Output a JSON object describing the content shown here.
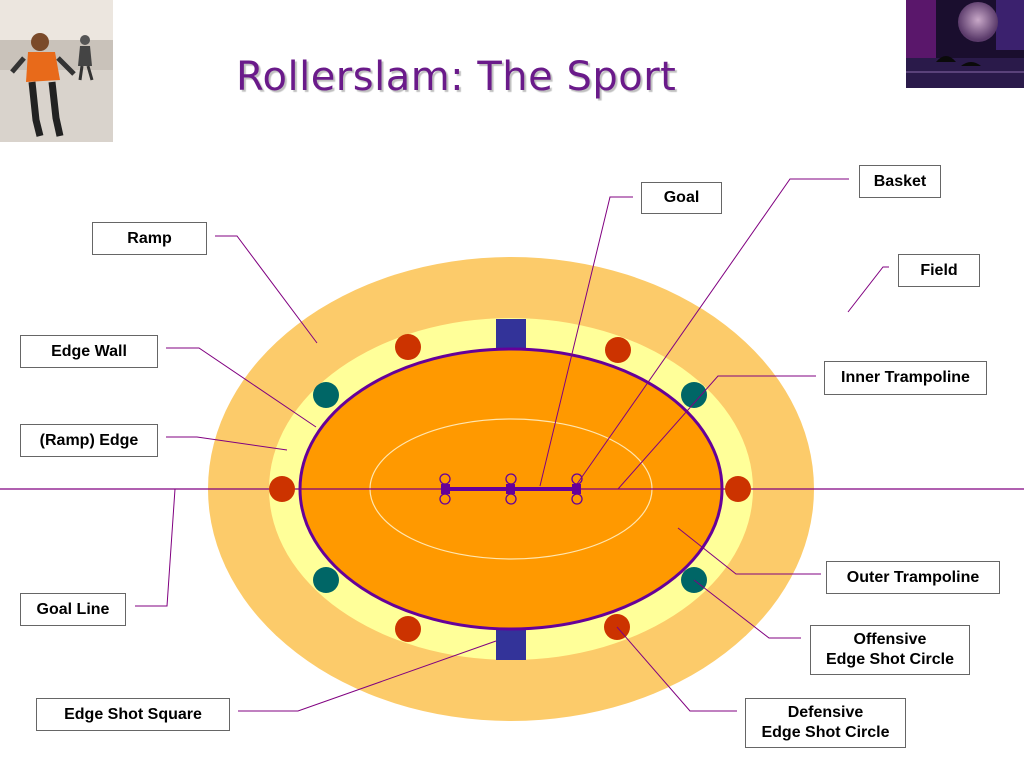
{
  "title": "Rollerslam: The Sport",
  "images": {
    "left": "skater-photo",
    "right": "night-fantasy-photo"
  },
  "labels": {
    "ramp": "Ramp",
    "edge_wall": "Edge Wall",
    "ramp_edge": "(Ramp) Edge",
    "goal_line": "Goal Line",
    "edge_shot_square": "Edge Shot Square",
    "goal": "Goal",
    "basket": "Basket",
    "field": "Field",
    "inner_trampoline": "Inner Trampoline",
    "outer_trampoline": "Outer Trampoline",
    "offensive_1": "Offensive",
    "offensive_2": "Edge Shot Circle",
    "defensive_1": "Defensive",
    "defensive_2": "Edge Shot Circle"
  },
  "colors": {
    "ramp": "#fccb6a",
    "edge": "#ffff99",
    "trampoline": "#ff9900",
    "edge_wall": "#660099",
    "square": "#333399",
    "offensive_circle": "#006666",
    "defensive_circle": "#cc3300",
    "leader": "#800080",
    "title": "#6a1a8a"
  }
}
